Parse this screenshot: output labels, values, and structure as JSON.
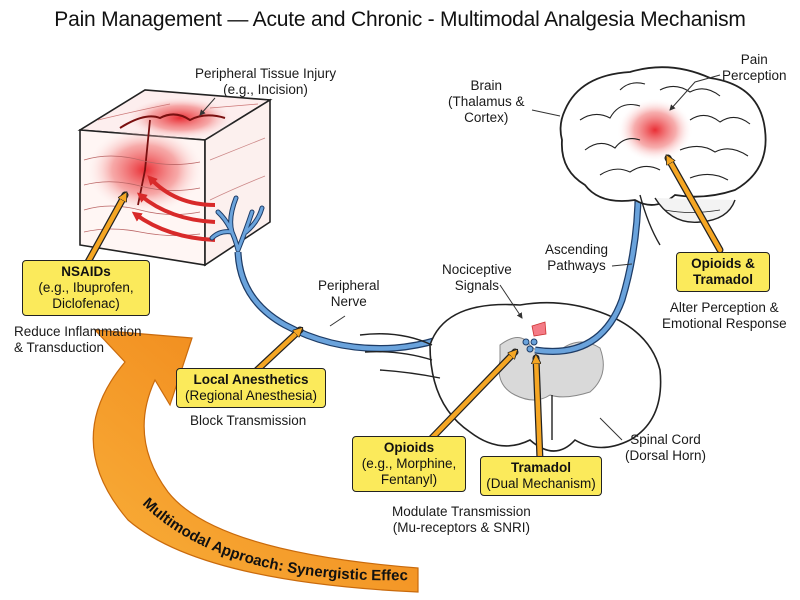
{
  "title": "Pain Management — Acute and Chronic - Multimodal Analgesia Mechanism",
  "labels": {
    "tissue_injury": [
      "Peripheral Tissue Injury",
      "(e.g., Incision)"
    ],
    "brain": [
      "Brain",
      "(Thalamus &",
      "Cortex)"
    ],
    "pain_perception": [
      "Pain",
      "Perception"
    ],
    "ascending": [
      "Ascending",
      "Pathways"
    ],
    "nociceptive": [
      "Nociceptive",
      "Signals"
    ],
    "peripheral_nerve": [
      "Peripheral",
      "Nerve"
    ],
    "spinal_cord": [
      "Spinal Cord",
      "(Dorsal Horn)"
    ]
  },
  "drugs": {
    "nsaids": {
      "name": "NSAIDs",
      "detail": [
        "(e.g., Ibuprofen,",
        "Diclofenac)"
      ],
      "effect": [
        "Reduce Inflammation",
        "& Transduction"
      ]
    },
    "local": {
      "name": "Local Anesthetics",
      "detail": [
        "(Regional Anesthesia)"
      ],
      "effect": [
        "Block Transmission"
      ]
    },
    "opioids_spinal": {
      "name": "Opioids",
      "detail": [
        "(e.g., Morphine,",
        "Fentanyl)"
      ]
    },
    "tramadol": {
      "name": "Tramadol",
      "detail": [
        "(Dual Mechanism)"
      ]
    },
    "spinal_effect": [
      "Modulate Transmission",
      "(Mu-receptors & SNRI)"
    ],
    "opioids_brain": {
      "name": "Opioids &",
      "detail": [
        "Tramadol"
      ],
      "effect": [
        "Alter Perception &",
        "Emotional Response"
      ]
    }
  },
  "multimodal_label": "Multimodal Approach: Synergistic Effect",
  "colors": {
    "drug_box": "#fbea5b",
    "arrow_orange": "#f5a623",
    "nerve_blue": "#4a86c5",
    "inflammation_red": "#e8232a",
    "big_arrow": "#f39317"
  }
}
